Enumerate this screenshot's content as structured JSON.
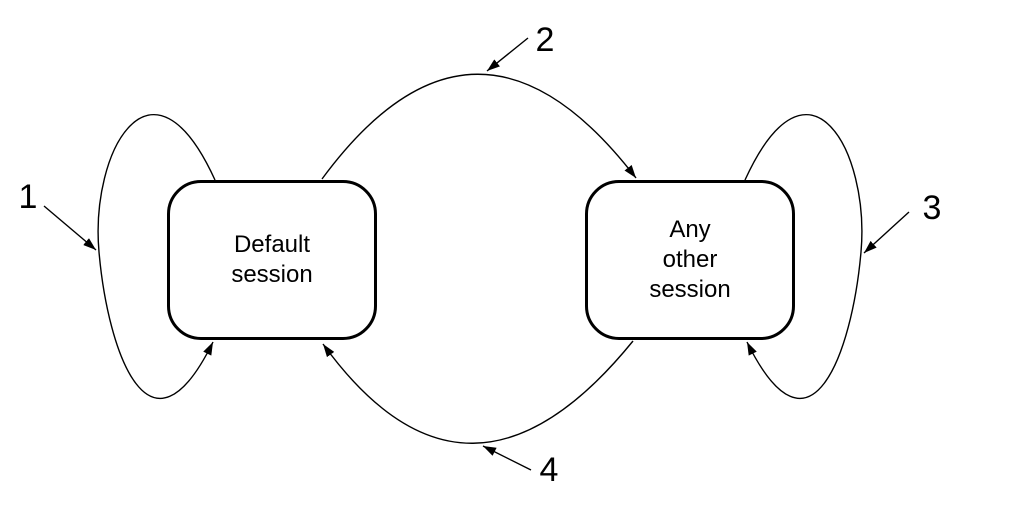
{
  "diagram": {
    "background_color": "#ffffff",
    "line_color": "#000000",
    "states": [
      {
        "id": "default-session",
        "lines": [
          "Default",
          "session"
        ]
      },
      {
        "id": "any-other-session",
        "lines": [
          "Any",
          "other",
          "session"
        ]
      }
    ],
    "transitions": [
      {
        "label": "1",
        "from": "default-session",
        "to": "default-session",
        "type": "self-loop-left"
      },
      {
        "label": "2",
        "from": "default-session",
        "to": "any-other-session",
        "type": "top-arc"
      },
      {
        "label": "3",
        "from": "any-other-session",
        "to": "any-other-session",
        "type": "self-loop-right"
      },
      {
        "label": "4",
        "from": "any-other-session",
        "to": "default-session",
        "type": "bottom-arc"
      }
    ]
  }
}
